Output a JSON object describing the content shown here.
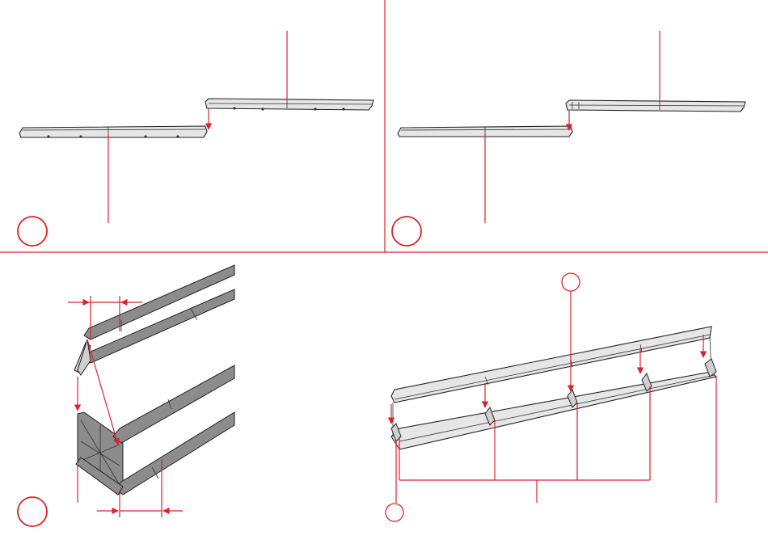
{
  "colors": {
    "accent": "#d9232d",
    "line": "#222222",
    "metal": "#8c8c8c"
  },
  "panels": [
    {
      "id": "top-left",
      "step_marker": ""
    },
    {
      "id": "top-right",
      "step_marker": ""
    },
    {
      "id": "bottom-left",
      "step_marker": ""
    },
    {
      "id": "bottom-right",
      "step_marker": ""
    }
  ],
  "callouts": {
    "top": "",
    "bottom_left": ""
  }
}
